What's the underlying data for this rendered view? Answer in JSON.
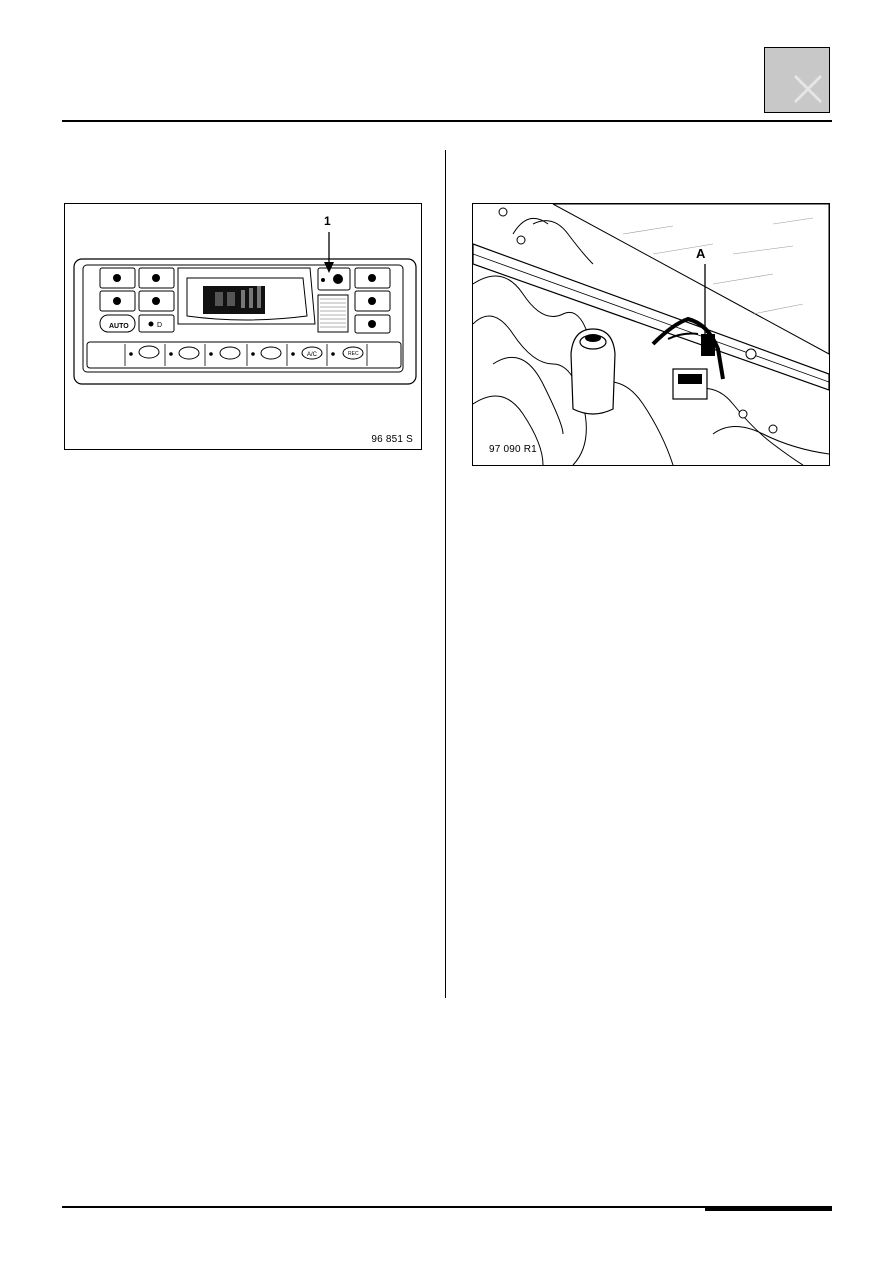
{
  "header": {
    "section_tab_icon": "cross-tab-icon"
  },
  "figures": [
    {
      "code": "96 851 S",
      "callout": "1",
      "subject": "climate-control-panel"
    },
    {
      "code": "97 090 R1",
      "callout": "A",
      "subject": "engine-compartment"
    }
  ],
  "colors": {
    "rule": "#000000",
    "tab_fill": "#c8c8c8"
  }
}
